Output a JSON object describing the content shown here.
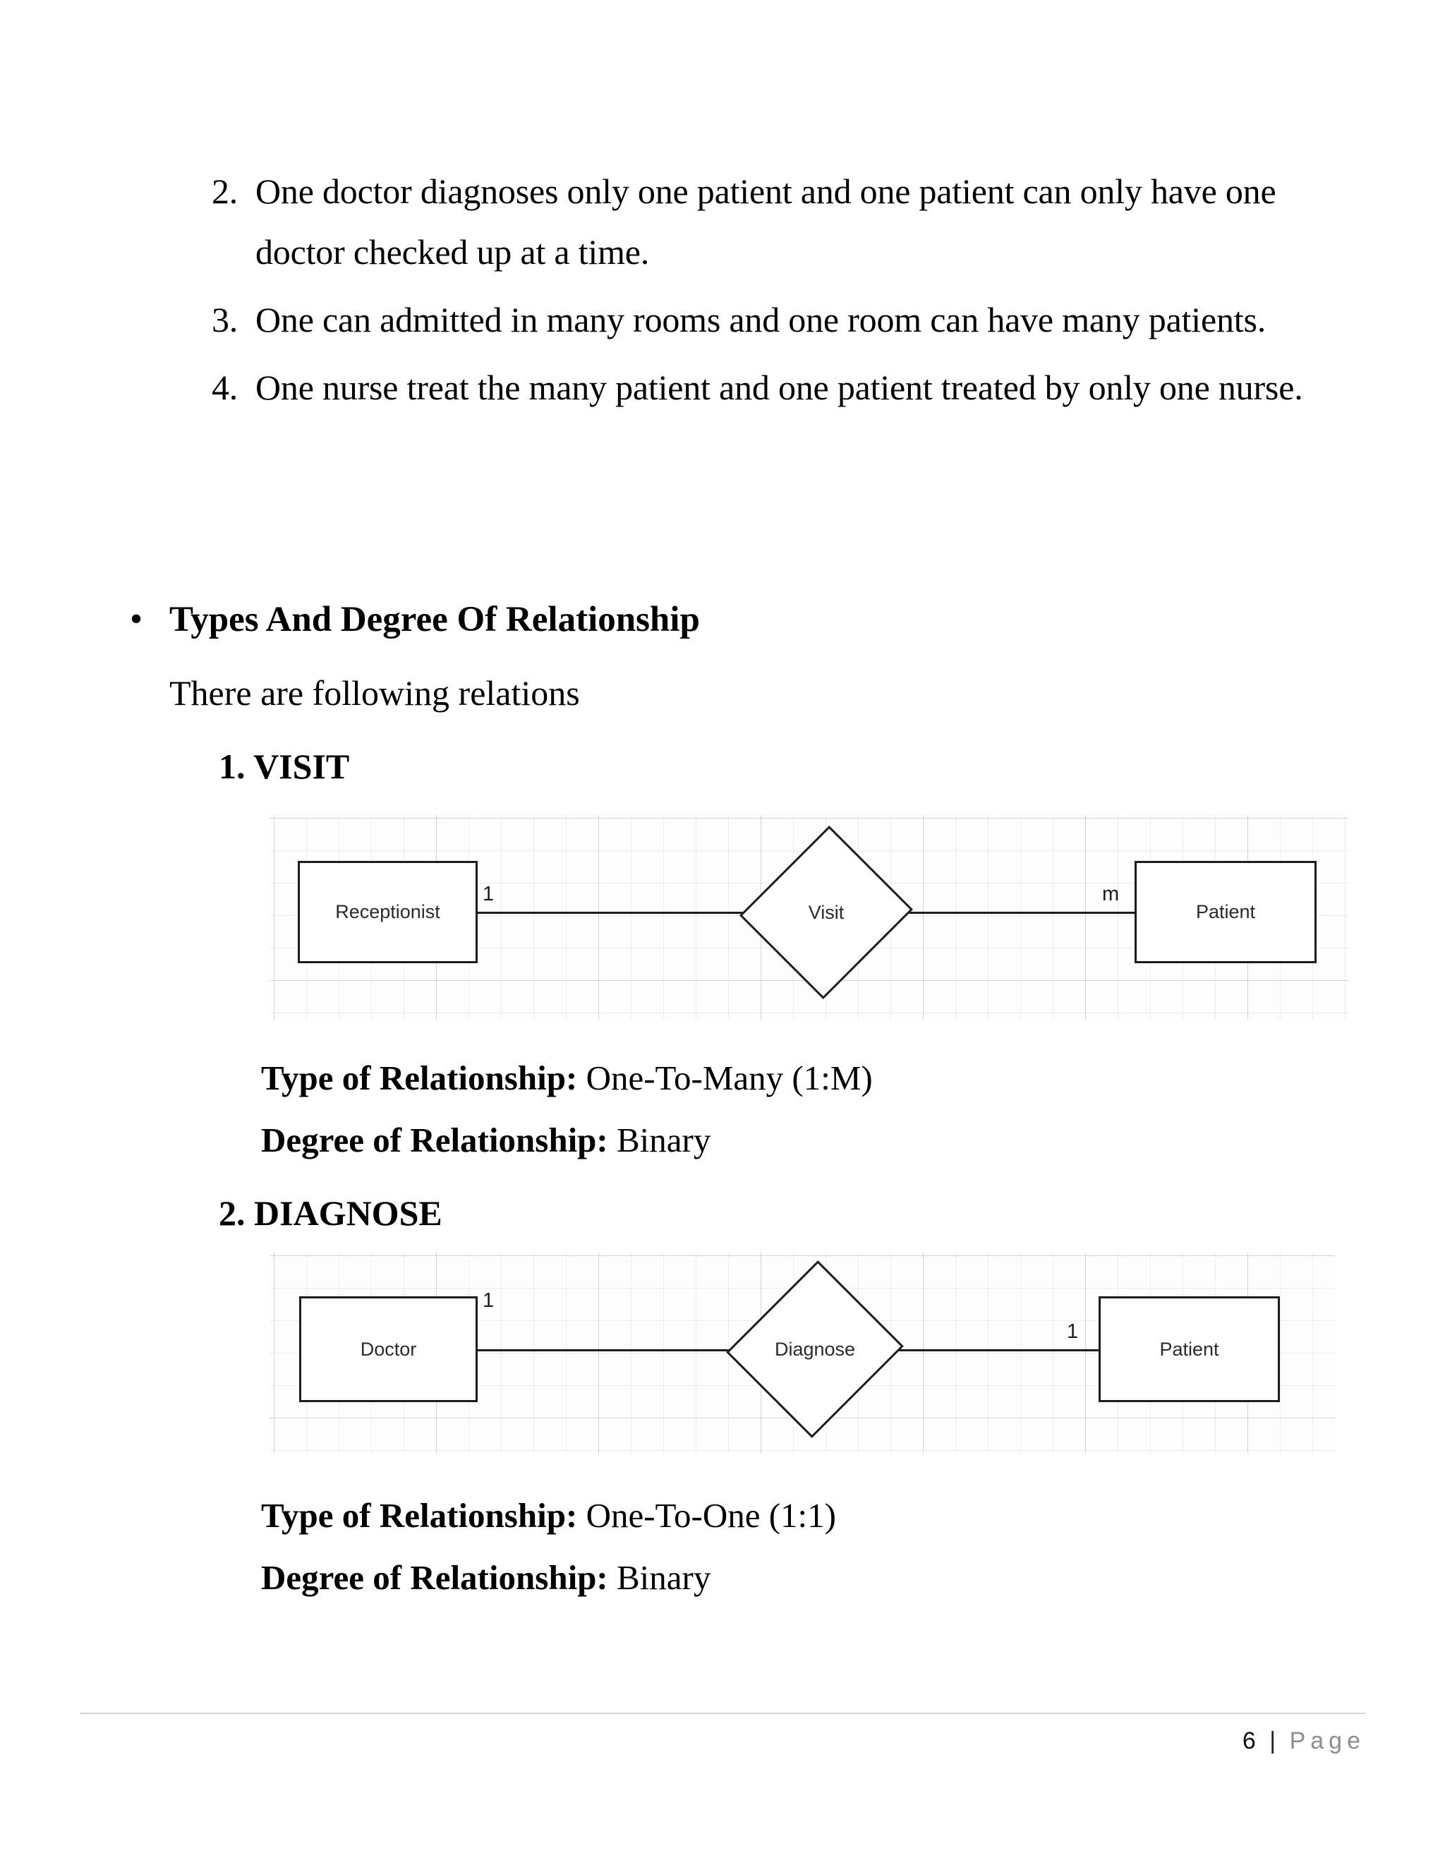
{
  "document": {
    "numbered_items": [
      {
        "marker": "2.",
        "text": "One doctor diagnoses only one patient and one patient can only have one doctor checked up at a time."
      },
      {
        "marker": "3.",
        "text": "One can admitted in many rooms and one room can have many patients."
      },
      {
        "marker": "4.",
        "text": "One nurse treat the many patient and one patient treated by only one nurse."
      }
    ],
    "bullet_heading": "Types And Degree Of Relationship",
    "bullet_glyph": "•",
    "lead_line": "There are following relations",
    "sections": [
      {
        "heading": "1. VISIT",
        "diagram": {
          "left_entity": "Receptionist",
          "relationship": "Visit",
          "right_entity": "Patient",
          "left_cardinality": "1",
          "right_cardinality": "m"
        },
        "type_label": "Type of Relationship:",
        "type_value": "One-To-Many (1:M)",
        "degree_label": "Degree of Relationship:",
        "degree_value": "Binary"
      },
      {
        "heading": "2. DIAGNOSE",
        "diagram": {
          "left_entity": "Doctor",
          "relationship": "Diagnose",
          "right_entity": "Patient",
          "left_cardinality": "1",
          "right_cardinality": "1"
        },
        "type_label": "Type of Relationship:",
        "type_value": "One-To-One (1:1)",
        "degree_label": "Degree of Relationship:",
        "degree_value": "Binary"
      }
    ],
    "footer": {
      "page_number": "6",
      "separator": "|",
      "page_word": "Page"
    }
  }
}
